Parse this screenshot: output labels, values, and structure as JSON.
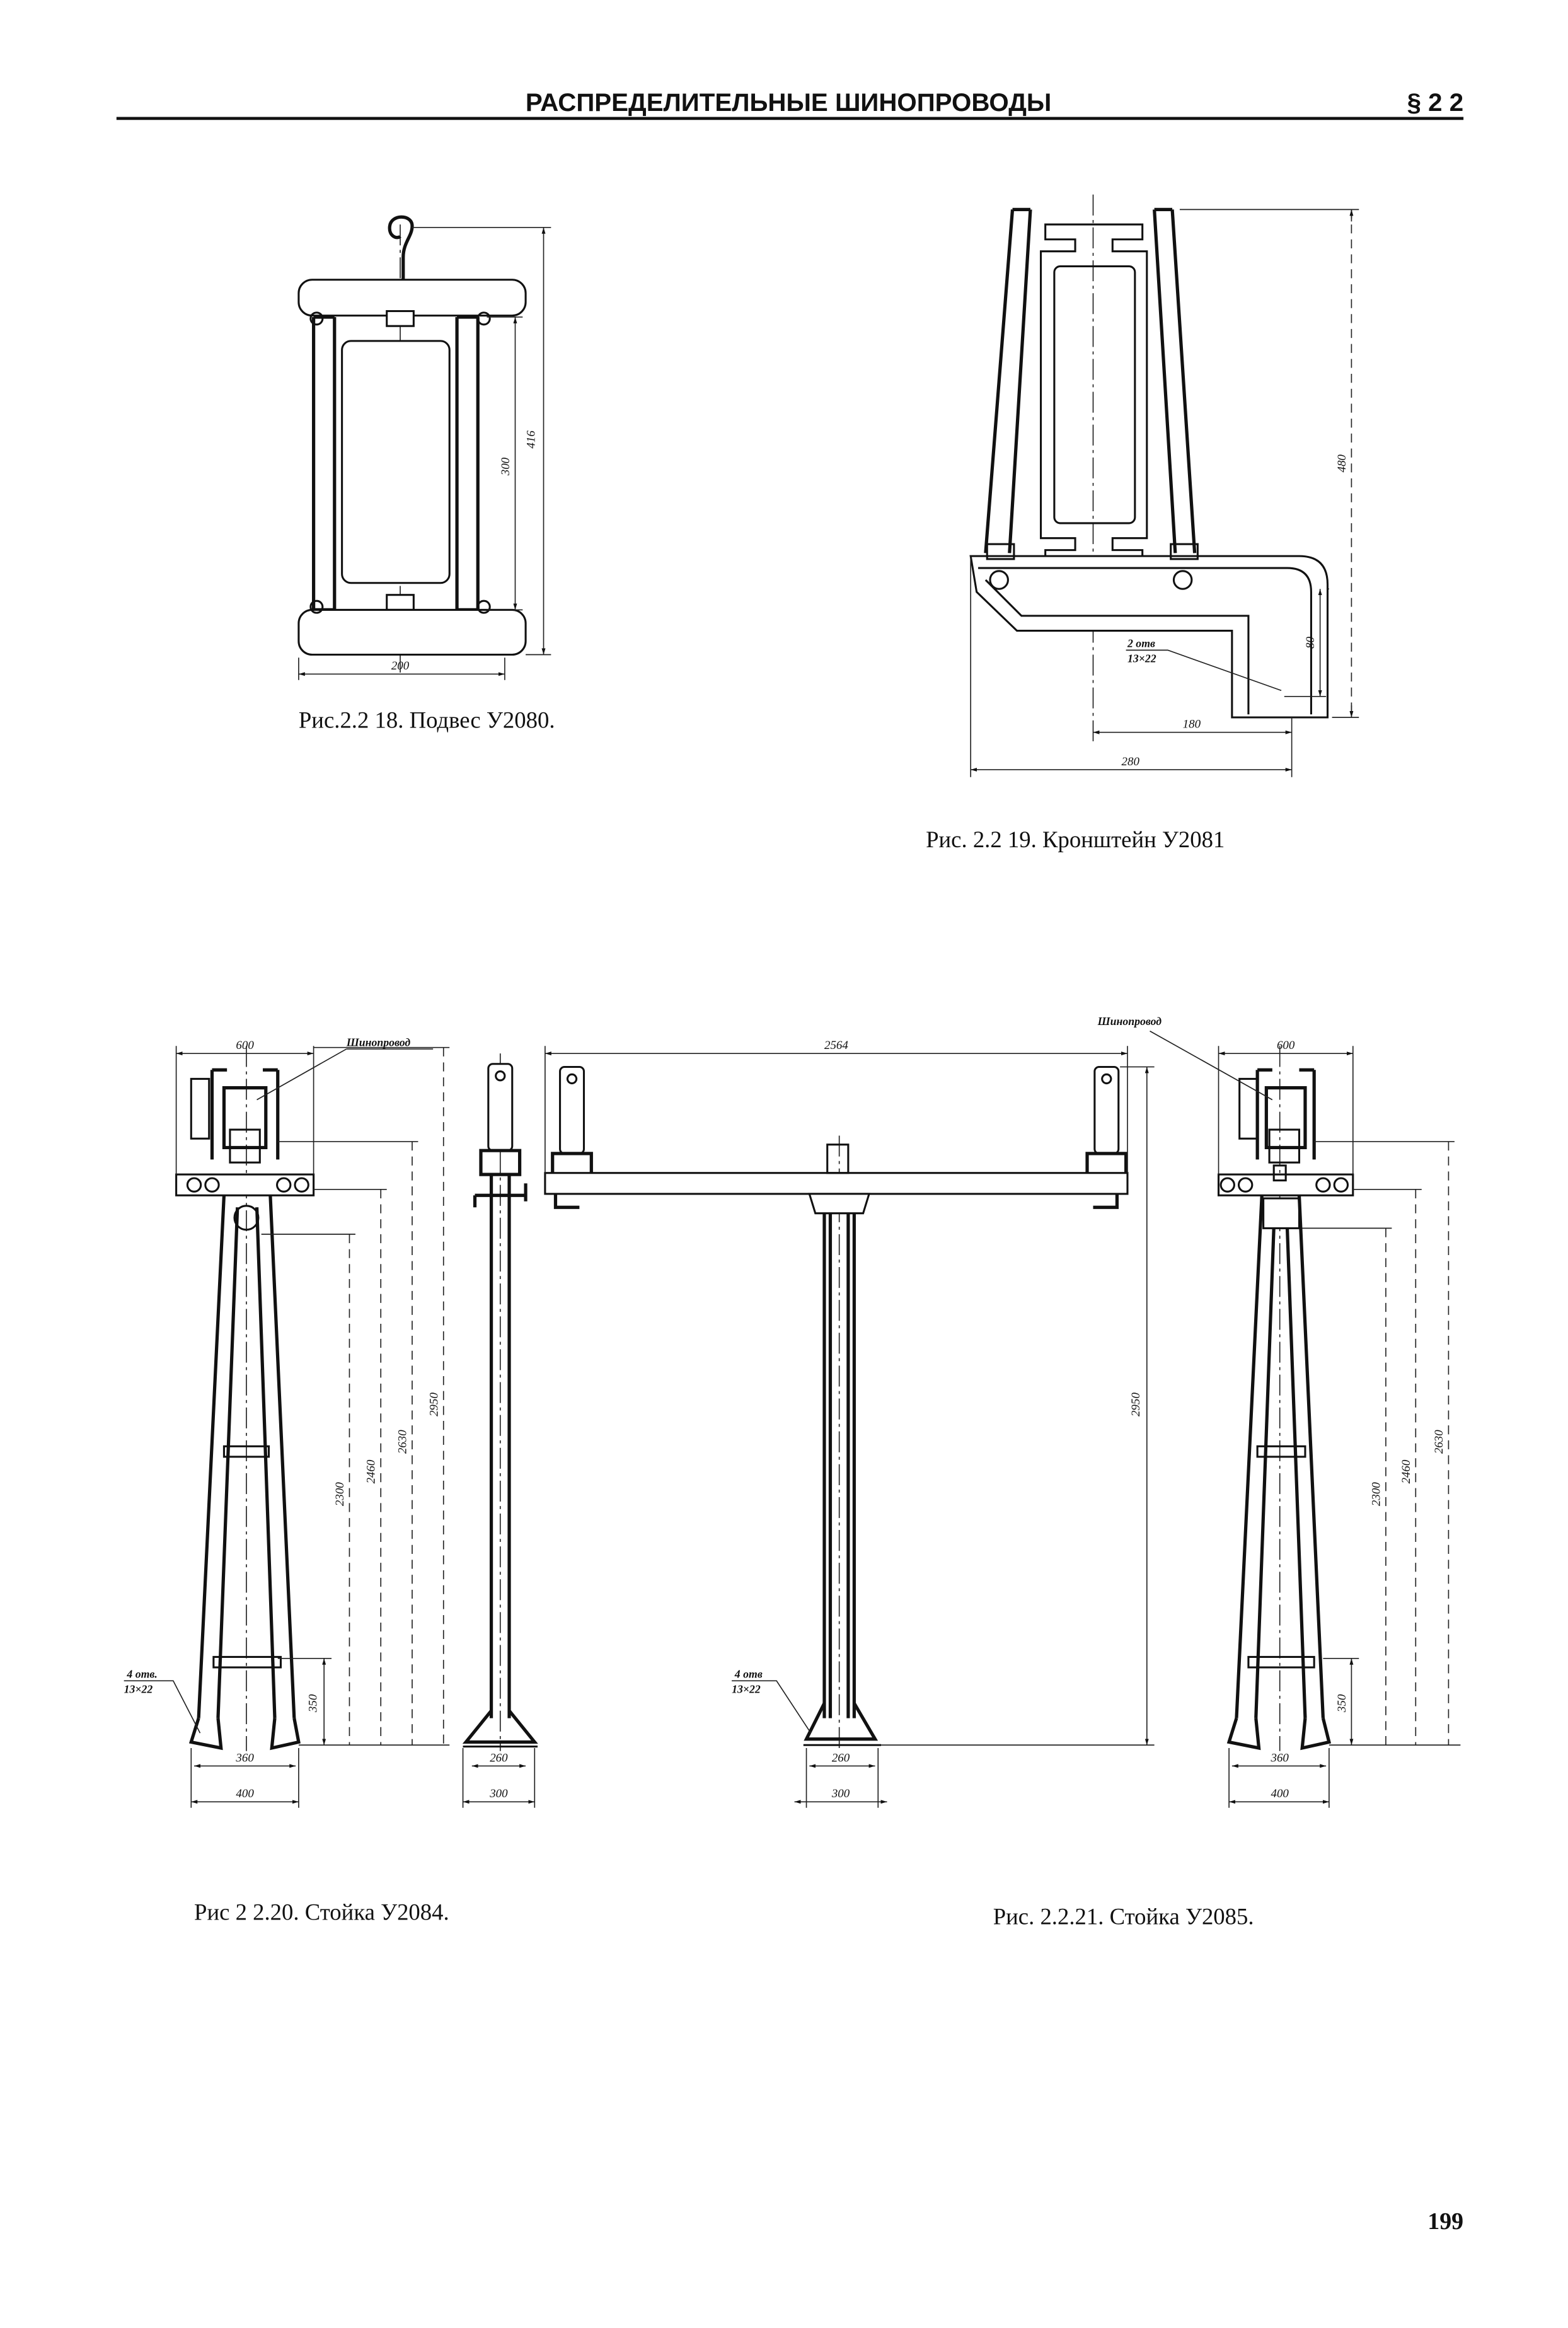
{
  "header": {
    "title": "РАСПРЕДЕЛИТЕЛЬНЫЕ ШИНОПРОВОДЫ",
    "section": "§ 2 2"
  },
  "fig18": {
    "caption": "Рис.2.2 18. Подвес У2080.",
    "dims": {
      "h300": "300",
      "h416": "416",
      "w200": "200"
    }
  },
  "fig19": {
    "caption": "Рис. 2.2 19. Кронштейн У2081",
    "dims": {
      "h480": "480",
      "h80": "80",
      "holes_count": "2 отв",
      "holes_size": "13×22",
      "w180": "180",
      "w280": "280"
    }
  },
  "fig20": {
    "caption": "Рис 2 2.20. Стойка У2084.",
    "busbar_label": "Шинопровод",
    "dims": {
      "w600": "600",
      "h2950": "2950",
      "h2630": "2630",
      "h2460": "2460",
      "h2300": "2300",
      "h350": "350",
      "holes_count": "4 отв.",
      "holes_size": "13×22",
      "w360": "360",
      "w400": "400",
      "side_w260": "260",
      "side_w300": "300"
    }
  },
  "fig21": {
    "caption": "Рис. 2.2.21. Стойка У2085.",
    "busbar_label": "Шинопровод",
    "dims": {
      "w2564": "2564",
      "h2950": "2950",
      "holes_count": "4 отв",
      "holes_size": "13×22",
      "w260": "260",
      "w300": "300",
      "w600": "600",
      "h2630": "2630",
      "h2460": "2460",
      "h2300": "2300",
      "h350": "350",
      "w360": "360",
      "w400": "400"
    }
  },
  "page_number": "199"
}
